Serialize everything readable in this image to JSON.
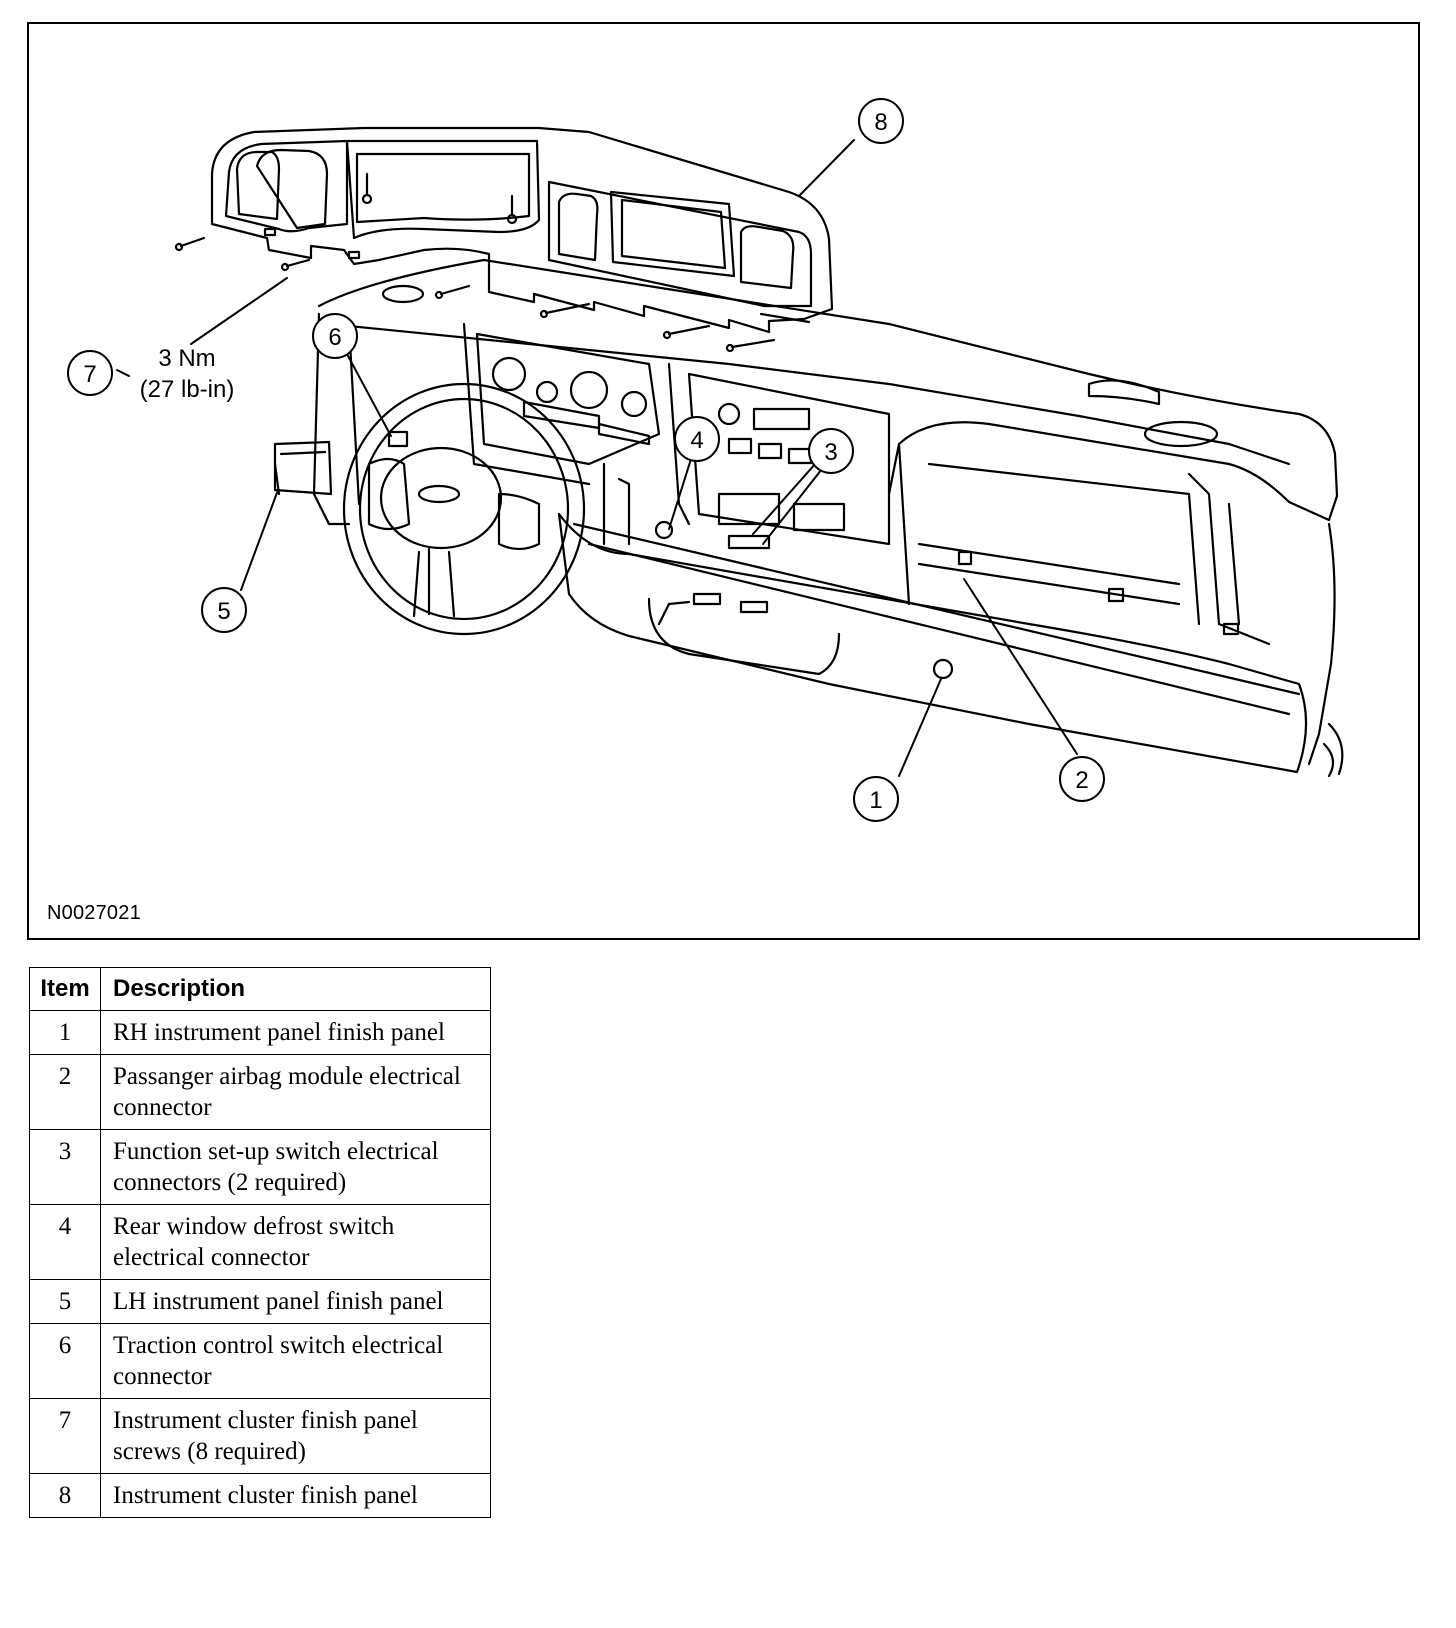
{
  "figure": {
    "id": "N0027021",
    "torque": {
      "line1": "3 Nm",
      "line2": "(27 lb-in)"
    },
    "callouts": [
      "1",
      "2",
      "3",
      "4",
      "5",
      "6",
      "7",
      "8"
    ]
  },
  "table": {
    "headers": {
      "item": "Item",
      "description": "Description"
    },
    "rows": [
      {
        "item": "1",
        "description": "RH instrument panel finish panel"
      },
      {
        "item": "2",
        "description": "Passanger airbag module electrical connector"
      },
      {
        "item": "3",
        "description": "Function set-up switch electrical connectors (2 required)"
      },
      {
        "item": "4",
        "description": "Rear window defrost switch electrical connector"
      },
      {
        "item": "5",
        "description": "LH instrument panel finish panel"
      },
      {
        "item": "6",
        "description": "Traction control switch electrical connector"
      },
      {
        "item": "7",
        "description": "Instrument cluster finish panel screws (8 required)"
      },
      {
        "item": "8",
        "description": "Instrument cluster finish panel"
      }
    ]
  }
}
